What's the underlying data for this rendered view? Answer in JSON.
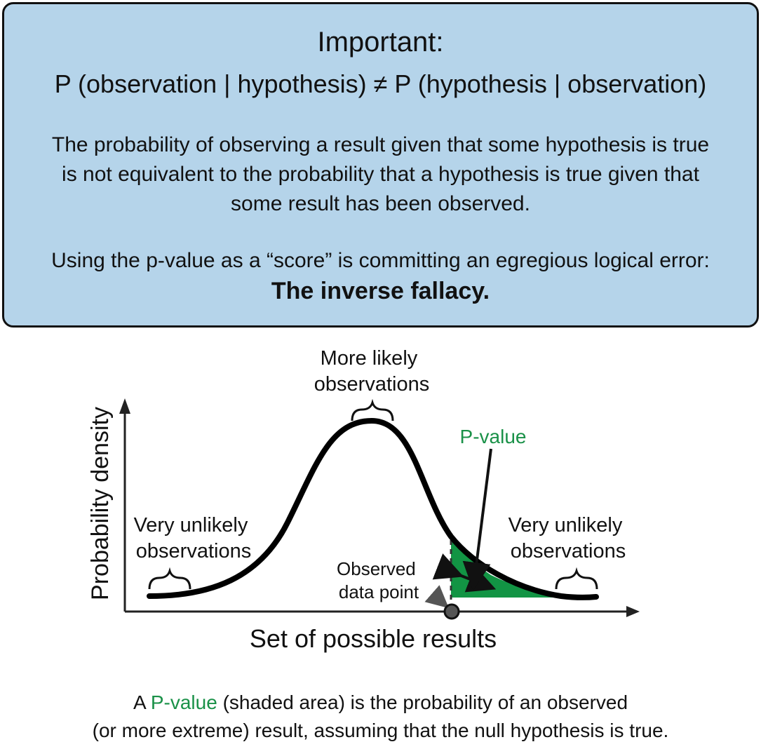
{
  "callout": {
    "title": "Important:",
    "formula": "P (observation | hypothesis) ≠ P (hypothesis | observation)",
    "explanation_lines": [
      "The probability of observing a result given that some hypothesis is true",
      "is not equivalent to the probability that a hypothesis is true given that",
      "some result has been observed."
    ],
    "warning": "Using the p-value as a “score” is committing an egregious logical error:",
    "fallacy_name": "The inverse fallacy."
  },
  "diagram": {
    "y_axis_label": "Probability density",
    "x_axis_label": "Set of possible results",
    "annotations": {
      "more_likely": [
        "More likely",
        "observations"
      ],
      "unlikely_left": [
        "Very unlikely",
        "observations"
      ],
      "unlikely_right": [
        "Very unlikely",
        "observations"
      ],
      "observed_point": [
        "Observed",
        "data point"
      ],
      "p_value": "P-value"
    },
    "colors": {
      "shaded_area": "#129444",
      "p_value_text": "#1a9148",
      "observed_point": "#555555",
      "callout_background": "#b5d4ea"
    }
  },
  "caption": {
    "prefix": "A ",
    "highlight": "P-value",
    "rest_line1": " (shaded area) is the probability of an observed",
    "line2": "(or more extreme) result, assuming that the null hypothesis is true."
  }
}
